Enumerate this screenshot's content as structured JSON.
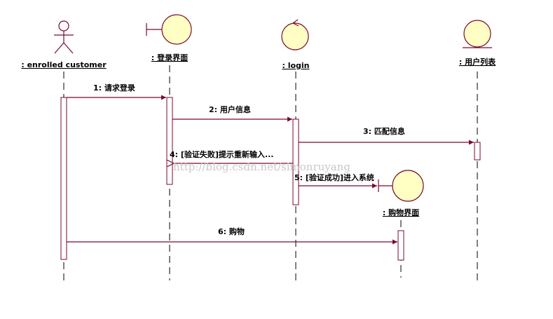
{
  "diagram": {
    "type": "sequence",
    "colors": {
      "line": "#7a0a2e",
      "object_fill": "#ffffc4",
      "activation_fill": "#ffffff",
      "watermark": "#c9c9c9"
    },
    "participants": [
      {
        "label": ": enrolled customer",
        "kind": "actor"
      },
      {
        "label": ": 登录界面",
        "kind": "boundary"
      },
      {
        "label": ": login",
        "kind": "control"
      },
      {
        "label": ": 用户列表",
        "kind": "entity"
      },
      {
        "label": ": 购物界面",
        "kind": "boundary"
      }
    ],
    "messages": [
      {
        "label": "1: 请求登录",
        "from": ": enrolled customer",
        "to": ": 登录界面"
      },
      {
        "label": "2: 用户信息",
        "from": ": 登录界面",
        "to": ": login"
      },
      {
        "label": "3: 匹配信息",
        "from": ": login",
        "to": ": 用户列表"
      },
      {
        "label": "4: [验证失败]提示重新输入...",
        "from": ": login",
        "to": ": 登录界面",
        "style": "return"
      },
      {
        "label": "5: [验证成功]进入系统",
        "from": ": login",
        "to": ": 购物界面",
        "style": "create"
      },
      {
        "label": "6: 购物",
        "from": ": enrolled customer",
        "to": ": 购物界面"
      }
    ],
    "watermark": "http://blog.csdn.net/simonruyang"
  }
}
